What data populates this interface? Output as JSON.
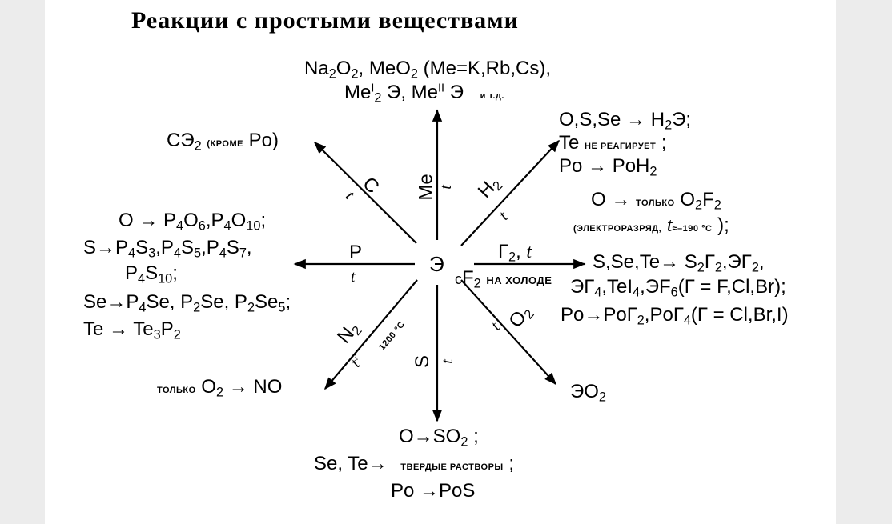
{
  "title": "Реакции с простыми веществами",
  "center": "Э",
  "arrows": {
    "me": {
      "reagent": "Me",
      "cond": "t"
    },
    "h2": {
      "reagent": "H",
      "reagent_sub": "2",
      "cond": "t"
    },
    "g2": {
      "reagent": "Г",
      "reagent_sub": "2",
      "sep": ",",
      "cond": "t"
    },
    "f2": {
      "prefix": "c",
      "reagent": "F",
      "reagent_sub": "2",
      "note": "НА ХОЛОДЕ"
    },
    "o2": {
      "reagent": "O",
      "reagent_sub": "2",
      "cond": "t"
    },
    "s": {
      "reagent": "S",
      "cond": "t"
    },
    "n2": {
      "reagent": "N",
      "reagent_sub": "2",
      "cond": "t",
      "cond_sup": "?",
      "temp": "1200 °C"
    },
    "p": {
      "reagent": "P",
      "cond": "t"
    },
    "c": {
      "reagent": "C",
      "cond": "t"
    }
  },
  "products": {
    "me": {
      "l1": {
        "a": "Na",
        "a_sub": "2",
        "b": "O",
        "b_sub": "2",
        "c": ",",
        "d": "MeO",
        "d_sub": "2",
        "e": "(Me=K,Rb,Cs),",
        "d_sup": ""
      },
      "l2": {
        "a": "Me",
        "a_sup": "I",
        "a_sub": "2",
        "b": "Э, Me",
        "b_sup": "II",
        "c": "Э",
        "note": "и т.д."
      }
    },
    "h2": {
      "l1": {
        "a": "O,S,Se",
        "arrow": "→",
        "b": "H",
        "b_sub": "2",
        "c": "Э;"
      },
      "l2": {
        "a": "Te",
        "note": "НЕ РЕАГИРУЕТ",
        "end": ";"
      },
      "l3": {
        "a": "Po",
        "arrow": "→",
        "b": "PoH",
        "b_sub": "2"
      }
    },
    "of2": {
      "l1": {
        "a": "O",
        "arrow": "→",
        "note": "ТОЛЬКО",
        "b": "O",
        "b_sub": "2",
        "c": "F",
        "c_sub": "2"
      },
      "l2": {
        "note": "(ЭЛЕКТРОРАЗРЯД,",
        "t": "t",
        "tval": "≈–190 °С",
        "end": ");"
      }
    },
    "hal": {
      "l1": {
        "a": "S,Se,Te",
        "arrow": "→",
        "b": "S",
        "b_sub": "2",
        "c": "Г",
        "c_sub": "2",
        "d": ",ЭГ",
        "d_sub": "2",
        "e": ","
      },
      "l2": {
        "a": "ЭГ",
        "a_sub": "4",
        "b": ",TeI",
        "b_sub": "4",
        "c": ",ЭF",
        "c_sub": "6",
        "d": "(Г = F,Cl,Br);"
      },
      "l3": {
        "a": "Po",
        "arrow": "→",
        "b": "PoГ",
        "b_sub": "2",
        "c": ",PoГ",
        "c_sub": "4",
        "d": "(Г = Cl,Br,I)"
      }
    },
    "o2": {
      "a": "ЭO",
      "a_sub": "2"
    },
    "s": {
      "l1": {
        "a": "O",
        "arrow": "→",
        "b": "SO",
        "b_sub": "2",
        "end": ";"
      },
      "l2": {
        "a": "Se, Te",
        "arrow": "→",
        "note": "ТВЕРДЫЕ РАСТВОРЫ",
        "end": ";"
      },
      "l3": {
        "a": "Po",
        "arrow": "→",
        "b": "PoS"
      }
    },
    "n2": {
      "note": "ТОЛЬКО",
      "a": "O",
      "a_sub": "2",
      "arrow": "→",
      "b": "NO"
    },
    "p": {
      "l1": {
        "a": "O",
        "arrow": "→",
        "b": "P",
        "b_sub": "4",
        "c": "O",
        "c_sub": "6",
        "d": ",P",
        "d_sub": "4",
        "e": "O",
        "e_sub": "10",
        "end": ";"
      },
      "l2": {
        "a": "S",
        "arrow": "→",
        "b": "P",
        "b_sub": "4",
        "c": "S",
        "c_sub": "3",
        "d": ",P",
        "d_sub": "4",
        "e": "S",
        "e_sub": "5",
        "f": ",P",
        "f_sub": "4",
        "g": "S",
        "g_sub": "7",
        "end": ","
      },
      "l3": {
        "a": "P",
        "a_sub": "4",
        "b": "S",
        "b_sub": "10",
        "end": ";"
      },
      "l4": {
        "a": "Se",
        "arrow": "→",
        "b": "P",
        "b_sub": "4",
        "c": "Se, P",
        "c_sub": "2",
        "d": "Se, P",
        "d_sub": "2",
        "e": "Se",
        "e_sub": "5",
        "end": ";"
      },
      "l5": {
        "a": "Te",
        "arrow": "→",
        "b": "Te",
        "b_sub": "3",
        "c": "P",
        "c_sub": "2"
      }
    },
    "c": {
      "a": "CЭ",
      "a_sub": "2",
      "note": "(КРОМЕ",
      "b": "Po)"
    }
  }
}
